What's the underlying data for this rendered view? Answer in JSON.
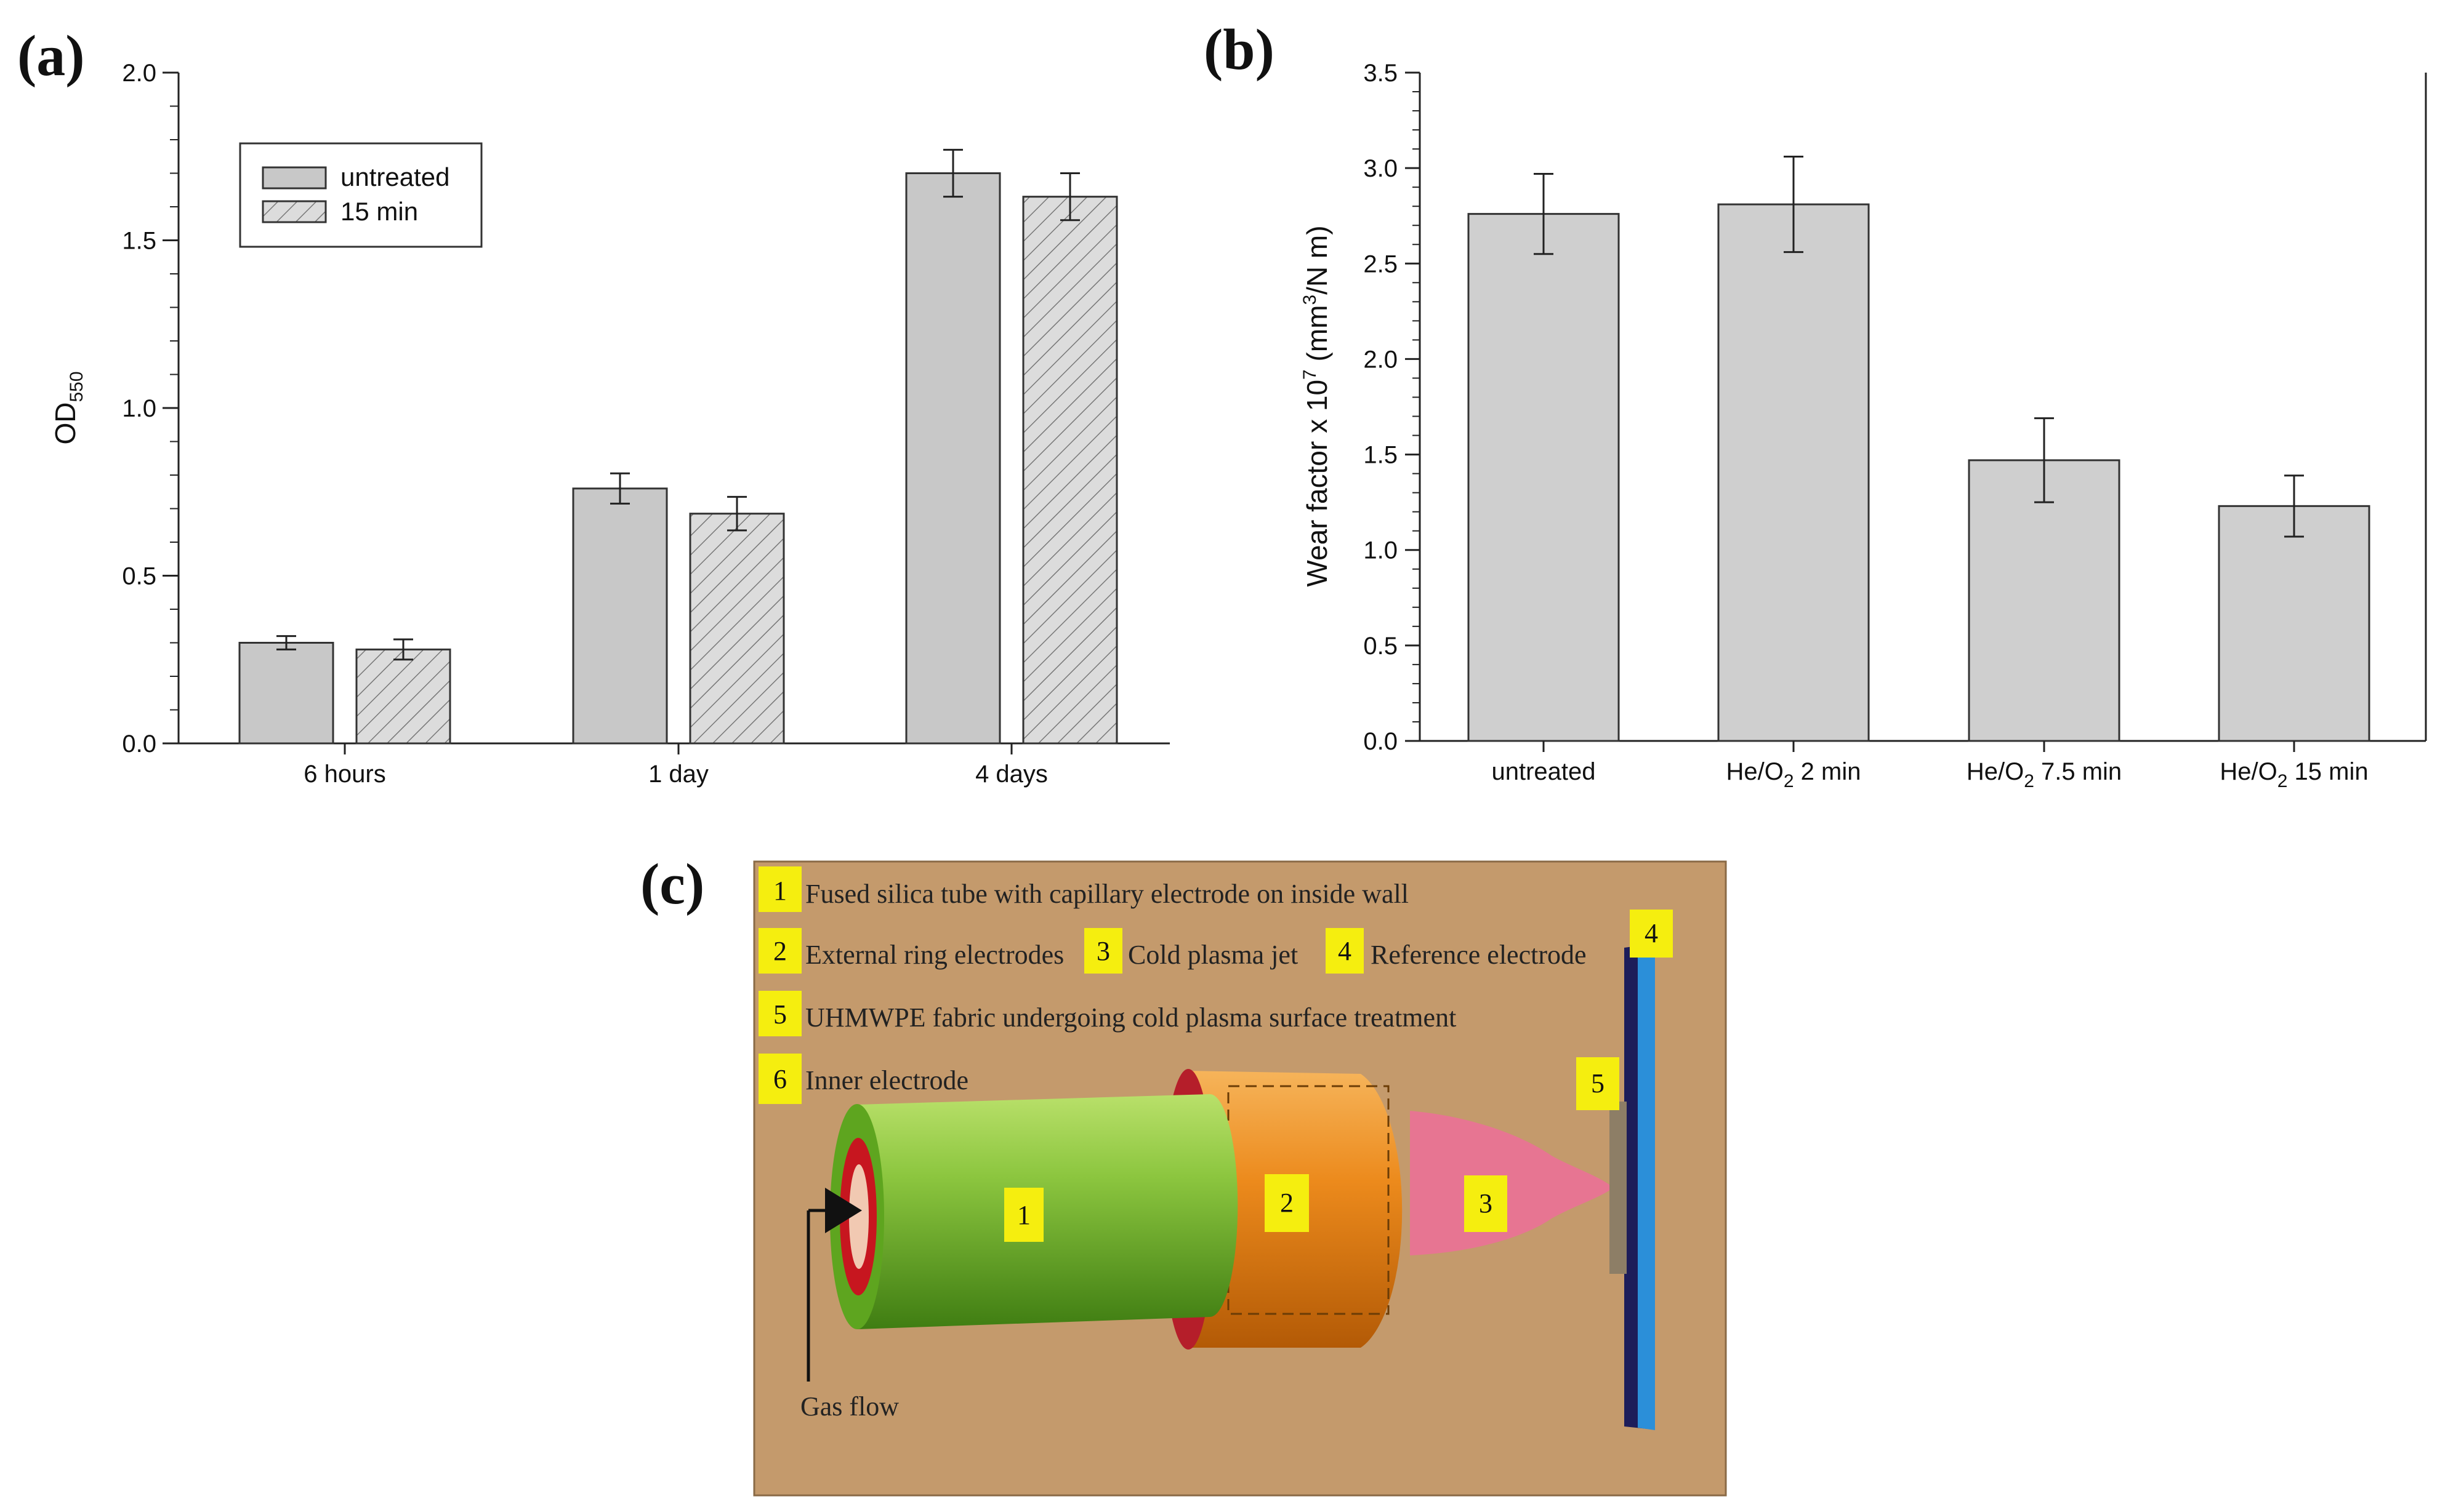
{
  "chart_data": [
    {
      "panel": "(a)",
      "type": "bar",
      "ylabel_main": "OD",
      "ylabel_sub": "550",
      "ylim": [
        0,
        2.0
      ],
      "yticks": [
        "0.0",
        "0.5",
        "1.0",
        "1.5",
        "2.0"
      ],
      "categories": [
        "6 hours",
        "1 day",
        "4 days"
      ],
      "legend_position": "top-left",
      "series": [
        {
          "name": "untreated",
          "values": [
            0.3,
            0.76,
            1.7
          ],
          "errors": [
            0.02,
            0.045,
            0.07
          ],
          "fill": "#c8c8c8",
          "pattern": "solid"
        },
        {
          "name": "15 min",
          "values": [
            0.28,
            0.685,
            1.63
          ],
          "errors": [
            0.03,
            0.05,
            0.07
          ],
          "fill": "#d9d9d9",
          "pattern": "hatch"
        }
      ]
    },
    {
      "panel": "(b)",
      "type": "bar",
      "ylabel_main": "Wear factor x 10",
      "ylabel_exp": "7",
      "ylabel_unit_open": " (mm",
      "ylabel_unit_exp": "3",
      "ylabel_unit_close": "/N m)",
      "ylim": [
        0,
        3.5
      ],
      "yticks": [
        "0.0",
        "0.5",
        "1.0",
        "1.5",
        "2.0",
        "2.5",
        "3.0",
        "3.5"
      ],
      "categories": [
        {
          "pre": "untreated",
          "sub": "",
          "post": ""
        },
        {
          "pre": "He/O",
          "sub": "2",
          "post": " 2 min"
        },
        {
          "pre": "He/O",
          "sub": "2",
          "post": " 7.5 min"
        },
        {
          "pre": "He/O",
          "sub": "2",
          "post": " 15 min"
        }
      ],
      "values": [
        2.76,
        2.81,
        1.47,
        1.23
      ],
      "errors": [
        0.21,
        0.25,
        0.22,
        0.16
      ],
      "fill": "#cfcfcf"
    }
  ],
  "diagram": {
    "panel": "(c)",
    "background": "#c49a6c",
    "legend": [
      {
        "num": "1",
        "text": "Fused silica tube with capillary electrode on inside wall"
      },
      {
        "num": "2",
        "text": "External ring electrodes"
      },
      {
        "num": "3",
        "text": "Cold plasma jet"
      },
      {
        "num": "4",
        "text": "Reference electrode"
      },
      {
        "num": "5",
        "text": "UHMWPE fabric undergoing cold plasma surface treatment"
      },
      {
        "num": "6",
        "text": "Inner electrode"
      }
    ],
    "gas_flow_label": "Gas flow",
    "part_labels": [
      "1",
      "2",
      "3",
      "4",
      "5"
    ]
  }
}
